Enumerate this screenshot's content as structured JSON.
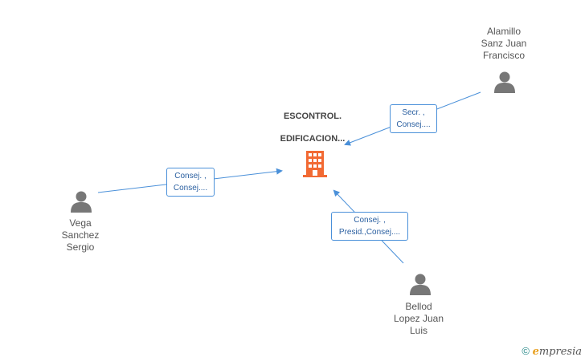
{
  "company": {
    "name_line1": "ESCONTROL.",
    "name_line2": "EDIFICACION...",
    "icon": "building-icon",
    "color": "#f26a33"
  },
  "persons": [
    {
      "id": "alamillo",
      "lines": [
        "Alamillo",
        "Sanz Juan",
        "Francisco"
      ],
      "icon": "person-icon"
    },
    {
      "id": "vega",
      "lines": [
        "Vega",
        "Sanchez",
        "Sergio"
      ],
      "icon": "person-icon"
    },
    {
      "id": "bellod",
      "lines": [
        "Bellod",
        "Lopez Juan",
        "Luis"
      ],
      "icon": "person-icon"
    }
  ],
  "edges": [
    {
      "from": "alamillo",
      "line1": "Secr. ,",
      "line2": "Consej...."
    },
    {
      "from": "vega",
      "line1": "Consej. ,",
      "line2": "Consej...."
    },
    {
      "from": "bellod",
      "line1": "Consej. ,",
      "line2": "Presid.,Consej...."
    }
  ],
  "footer": {
    "copyright_symbol": "©",
    "brand_initial": "e",
    "brand_rest": "mpresia"
  },
  "colors": {
    "edge": "#4a90d9",
    "person": "#777777",
    "company": "#f26a33"
  }
}
